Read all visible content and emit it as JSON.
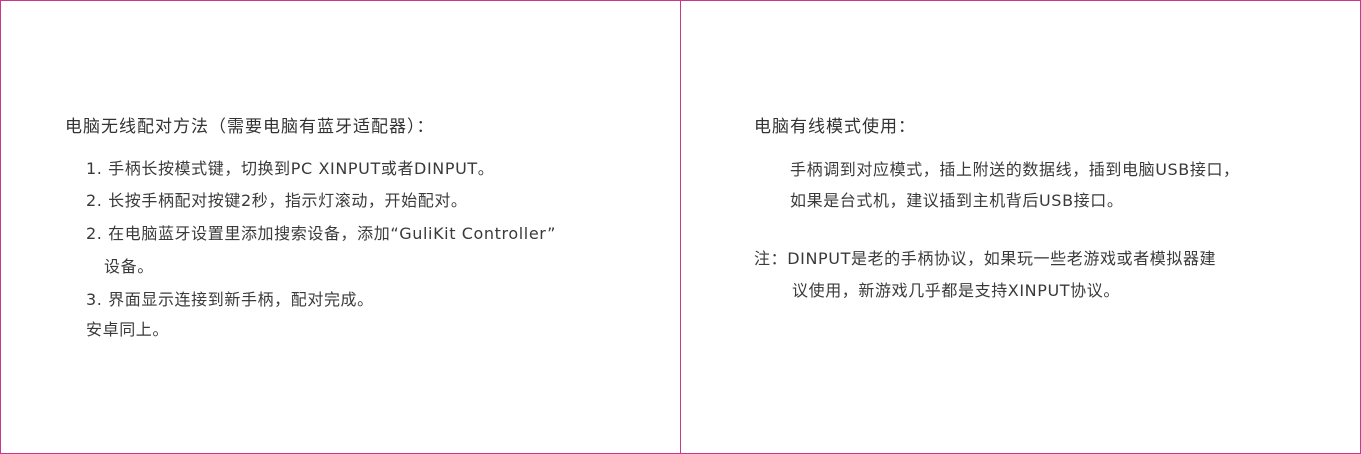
{
  "left": {
    "title": "电脑无线配对方法（需要电脑有蓝牙适配器）：",
    "steps": [
      "1. 手柄长按模式键，切换到PC XINPUT或者DINPUT。",
      "2. 长按手柄配对按键2秒，指示灯滚动，开始配对。",
      "2. 在电脑蓝牙设置里添加搜索设备，添加“GuliKit Controller”",
      "设备。",
      "3. 界面显示连接到新手柄，配对完成。",
      "安卓同上。"
    ]
  },
  "right": {
    "title": "电脑有线模式使用：",
    "lines": [
      "手柄调到对应模式，插上附送的数据线，插到电脑USB接口，",
      "如果是台式机，建议插到主机背后USB接口。"
    ],
    "note_lines": [
      "注：DINPUT是老的手柄协议，如果玩一些老游戏或者模拟器建",
      "议使用，新游戏几乎都是支持XINPUT协议。"
    ]
  },
  "colors": {
    "border": "#c8388e",
    "text": "#3a3a3a"
  }
}
